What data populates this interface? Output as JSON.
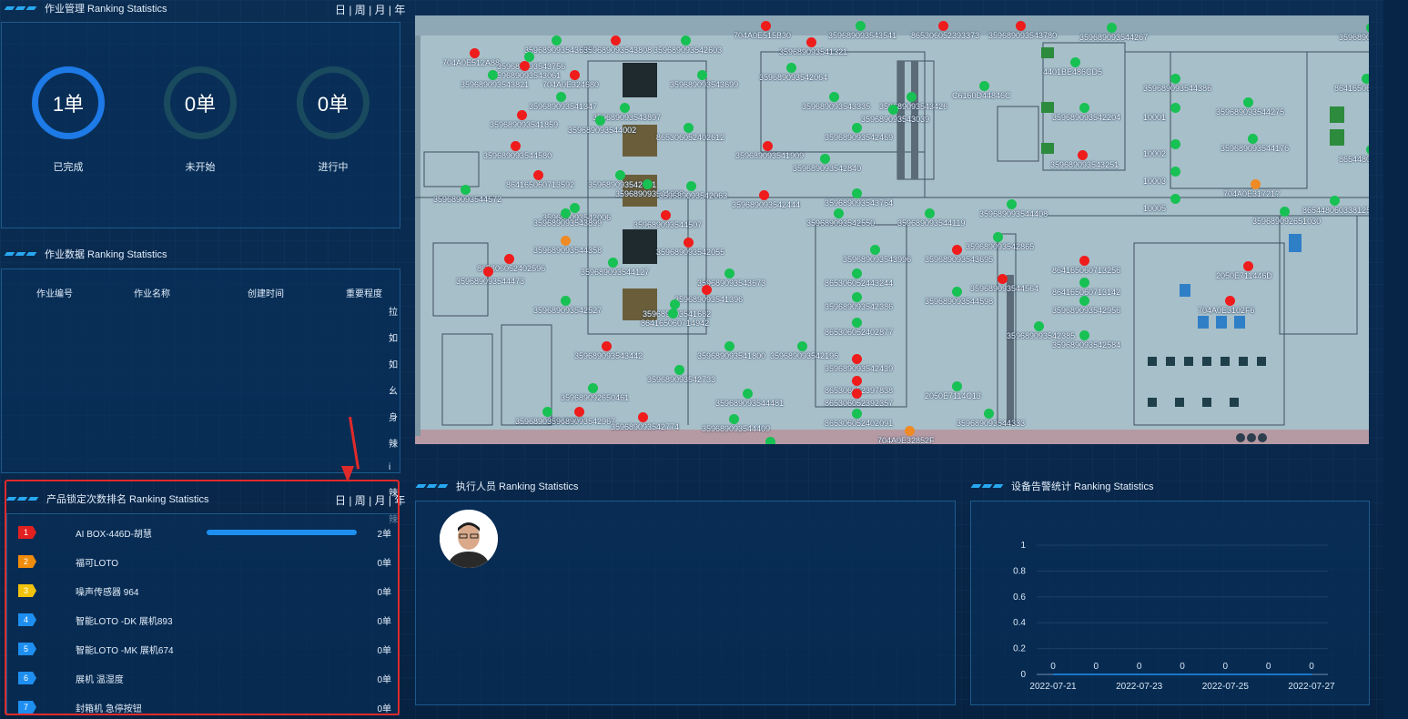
{
  "period_tabs": "日 | 周 | 月 | 年",
  "job_mgmt": {
    "title": "作业管理 Ranking Statistics",
    "rings": [
      {
        "value": "1单",
        "label": "已完成"
      },
      {
        "value": "0单",
        "label": "未开始"
      },
      {
        "value": "0单",
        "label": "进行中"
      }
    ]
  },
  "job_data": {
    "title": "作业数据 Ranking Statistics",
    "columns": [
      "作业编号",
      "作业名称",
      "创建时间",
      "重要程度"
    ],
    "side_letters": [
      "拉",
      "如",
      "如",
      "幺",
      "身",
      "辣",
      "i",
      "辣",
      "辣"
    ]
  },
  "product_rank": {
    "title": "产品锁定次数排名 Ranking Statistics",
    "items": [
      {
        "rank": "1",
        "name": "AI BOX-446D-胡慧",
        "value": "2单",
        "fraction": 1.0
      },
      {
        "rank": "2",
        "name": "福可LOTO",
        "value": "0单",
        "fraction": 0
      },
      {
        "rank": "3",
        "name": "噪声传感器 964",
        "value": "0单",
        "fraction": 0
      },
      {
        "rank": "4",
        "name": "智能LOTO -DK 展机893",
        "value": "0单",
        "fraction": 0
      },
      {
        "rank": "5",
        "name": "智能LOTO -MK 展机674",
        "value": "0单",
        "fraction": 0
      },
      {
        "rank": "6",
        "name": "展机 温湿度",
        "value": "0单",
        "fraction": 0
      },
      {
        "rank": "7",
        "name": "封箱机 急停按钮",
        "value": "0单",
        "fraction": 0
      }
    ]
  },
  "executor": {
    "title": "执行人员 Ranking Statistics"
  },
  "alarm": {
    "title": "设备告警统计 Ranking Statistics"
  },
  "colors": {
    "accent": "#1e8ff0",
    "ring_done": "#1d7ae6",
    "ring_idle": "#1a4a5e",
    "dot_green": "#17c153",
    "dot_red": "#ef1c1c",
    "dot_orange": "#f08a24",
    "badge1": "#e22020",
    "badge2": "#f08c0c",
    "badge3": "#f0c20c",
    "badge_other": "#1e8ff0",
    "highlight": "#e02a2a"
  },
  "diagram_points": [
    {
      "label": "704A0E515B30",
      "status": "red"
    },
    {
      "label": "359689093543541",
      "status": "green"
    },
    {
      "label": "865306052393373",
      "status": "red"
    },
    {
      "label": "359689093543780",
      "status": "red"
    },
    {
      "label": "359689093544267",
      "status": "green"
    },
    {
      "label": "359689093544549",
      "status": "green"
    },
    {
      "label": "359689093543657",
      "status": "green"
    },
    {
      "label": "359689093543808",
      "status": "red"
    },
    {
      "label": "359689093542603",
      "status": "green"
    },
    {
      "label": "359689093541321",
      "status": "red"
    },
    {
      "label": "704A0E512A88",
      "status": "red"
    },
    {
      "label": "359689093543756",
      "status": "green"
    },
    {
      "label": "359689093543061",
      "status": "red"
    },
    {
      "label": "359689093543821",
      "status": "green"
    },
    {
      "label": "704A0E324680",
      "status": "red"
    },
    {
      "label": "359689093543699",
      "status": "green"
    },
    {
      "label": "359689093542064",
      "status": "green"
    },
    {
      "label": "4401BE486CD5",
      "status": "green"
    },
    {
      "label": "359689093544386",
      "status": "green"
    },
    {
      "label": "864165060713621",
      "status": "green"
    },
    {
      "label": "359689093541347",
      "status": "green"
    },
    {
      "label": "359689093543897",
      "status": "green"
    },
    {
      "label": "359689093543335",
      "status": "green"
    },
    {
      "label": "359689093543426",
      "status": "green"
    },
    {
      "label": "C6160D44846C",
      "status": "green"
    },
    {
      "label": "359689093541859",
      "status": "red"
    },
    {
      "label": "359689093544002",
      "status": "green"
    },
    {
      "label": "359689093543039",
      "status": "green"
    },
    {
      "label": "359689093542204",
      "status": "green"
    },
    {
      "label": "10001",
      "status": "green"
    },
    {
      "label": "359689093544275",
      "status": "green"
    },
    {
      "label": "865306052402612",
      "status": "green"
    },
    {
      "label": "359689093542469",
      "status": "green"
    },
    {
      "label": "359689093544580",
      "status": "red"
    },
    {
      "label": "359689093541909",
      "status": "red"
    },
    {
      "label": "359689093542840",
      "status": "green"
    },
    {
      "label": "10002",
      "status": "green"
    },
    {
      "label": "359689093544176",
      "status": "green"
    },
    {
      "label": "865448060338133",
      "status": "green"
    },
    {
      "label": "359689093543251",
      "status": "red"
    },
    {
      "label": "359689093542631",
      "status": "green"
    },
    {
      "label": "10003",
      "status": "green"
    },
    {
      "label": "864165060713592",
      "status": "red"
    },
    {
      "label": "359689093544572",
      "status": "green"
    },
    {
      "label": "359689093541833",
      "status": "green"
    },
    {
      "label": "359689093542063",
      "status": "green"
    },
    {
      "label": "704A0E31721?",
      "status": "orange"
    },
    {
      "label": "359689093542444",
      "status": "red"
    },
    {
      "label": "359689093543764",
      "status": "green"
    },
    {
      "label": "10005",
      "status": "green"
    },
    {
      "label": "865448060338125",
      "status": "green"
    },
    {
      "label": "359689093542006",
      "status": "green"
    },
    {
      "label": "359689093544408",
      "status": "green"
    },
    {
      "label": "359689093543899",
      "status": "green"
    },
    {
      "label": "359689093544507",
      "status": "red"
    },
    {
      "label": "359689093542550",
      "status": "green"
    },
    {
      "label": "359689093544119",
      "status": "green"
    },
    {
      "label": "359689092651030",
      "status": "green"
    },
    {
      "label": "359689093544358",
      "status": "orange"
    },
    {
      "label": "359689093542055",
      "status": "red"
    },
    {
      "label": "359689093542865",
      "status": "green"
    },
    {
      "label": "359689093543996",
      "status": "green"
    },
    {
      "label": "359689093543695",
      "status": "red"
    },
    {
      "label": "865306052402596",
      "status": "red"
    },
    {
      "label": "359689093544127",
      "status": "green"
    },
    {
      "label": "864165060713256",
      "status": "red"
    },
    {
      "label": "359689093544473",
      "status": "red"
    },
    {
      "label": "359689093543673",
      "status": "green"
    },
    {
      "label": "865306052443244",
      "status": "green"
    },
    {
      "label": "359689093544564",
      "status": "red"
    },
    {
      "label": "2050E711446D",
      "status": "red"
    },
    {
      "label": "864165060713142",
      "status": "green"
    },
    {
      "label": "359689093541396",
      "status": "red"
    },
    {
      "label": "359689093542386",
      "status": "green"
    },
    {
      "label": "359689093544598",
      "status": "green"
    },
    {
      "label": "359689093542527",
      "status": "green"
    },
    {
      "label": "359689093541682",
      "status": "green"
    },
    {
      "label": "359689093542956",
      "status": "green"
    },
    {
      "label": "704A0E3102F6",
      "status": "red"
    },
    {
      "label": "864165060714942",
      "status": "green"
    },
    {
      "label": "865306052402877",
      "status": "green"
    },
    {
      "label": "359689093542385",
      "status": "green"
    },
    {
      "label": "359689093542584",
      "status": "green"
    },
    {
      "label": "359689093541800",
      "status": "green"
    },
    {
      "label": "359689093542196",
      "status": "green"
    },
    {
      "label": "359689093543442",
      "status": "red"
    },
    {
      "label": "359689093542439",
      "status": "red"
    },
    {
      "label": "865306052397838",
      "status": "red"
    },
    {
      "label": "2050E7114C13",
      "status": "green"
    },
    {
      "label": "359689093542733",
      "status": "green"
    },
    {
      "label": "359689092650461",
      "status": "green"
    },
    {
      "label": "359689093544481",
      "status": "green"
    },
    {
      "label": "865306052392357",
      "status": "red"
    },
    {
      "label": "359689093542377",
      "status": "green"
    },
    {
      "label": "359689093542967",
      "status": "red"
    },
    {
      "label": "359689093542774",
      "status": "red"
    },
    {
      "label": "359689093544409",
      "status": "green"
    },
    {
      "label": "865306052402091",
      "status": "green"
    },
    {
      "label": "359689093544333",
      "status": "green"
    },
    {
      "label": "704A0E32852F",
      "status": "orange"
    },
    {
      "label": "359689093541586",
      "status": "green"
    }
  ],
  "alarm_chart": {
    "chart_data": {
      "type": "line",
      "x": [
        "2022-07-21",
        "2022-07-22",
        "2022-07-23",
        "2022-07-24",
        "2022-07-25",
        "2022-07-26",
        "2022-07-27"
      ],
      "values": [
        0,
        0,
        0,
        0,
        0,
        0,
        0
      ],
      "data_labels": [
        "0",
        "0",
        "0",
        "0",
        "0",
        "0",
        "0"
      ],
      "x_tick_labels": [
        "2022-07-21",
        "2022-07-23",
        "2022-07-25",
        "2022-07-27"
      ],
      "y_ticks": [
        "0",
        "0.2",
        "0.4",
        "0.6",
        "0.8",
        "1"
      ],
      "ylim": [
        0,
        1
      ],
      "grid": true
    }
  }
}
